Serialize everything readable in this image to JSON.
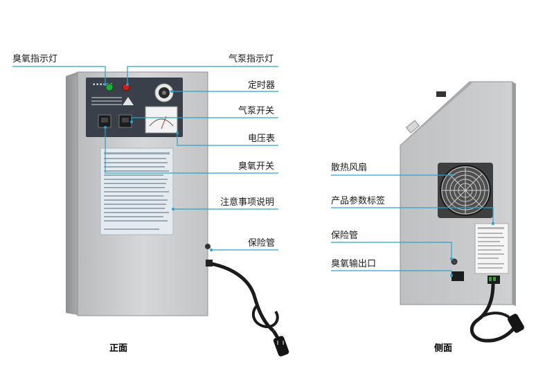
{
  "front": {
    "caption": "正面",
    "labels": {
      "ozone_indicator": "臭氧指示灯",
      "pump_indicator": "气泵指示灯",
      "timer": "定时器",
      "pump_switch": "气泵开关",
      "voltmeter": "电压表",
      "ozone_switch": "臭氧开关",
      "notice": "注意事项说明",
      "fuse": "保险管"
    }
  },
  "side": {
    "caption": "侧面",
    "labels": {
      "fan": "散热风扇",
      "param_label": "产品参数标签",
      "fuse": "保险管",
      "ozone_outlet": "臭氧输出口"
    }
  },
  "colors": {
    "leader_line": "#29a3c9",
    "cabinet": "#c9c9c9",
    "panel": "#3a4049",
    "led_green": "#1fae3c",
    "led_red": "#c8201c"
  }
}
